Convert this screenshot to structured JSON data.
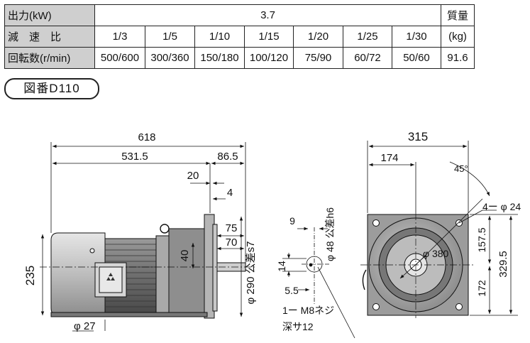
{
  "spec_table": {
    "row_output": {
      "label": "出力(kW)",
      "value": "3.7",
      "mass_header": "質量"
    },
    "row_ratio": {
      "label": "減　速　比",
      "values": [
        "1/3",
        "1/5",
        "1/10",
        "1/15",
        "1/20",
        "1/25",
        "1/30"
      ],
      "mass_unit": "(kg)"
    },
    "row_speed": {
      "label": "回転数(r/min)",
      "values": [
        "500/600",
        "300/360",
        "150/180",
        "100/120",
        "75/90",
        "60/72",
        "50/60"
      ],
      "mass_value": "91.6"
    }
  },
  "drawing_number": "図番D110",
  "dimensions": {
    "overall_length": "618",
    "body_length": "531.5",
    "shaft_length": "86.5",
    "d20": "20",
    "d4": "4",
    "d75": "75",
    "d70": "70",
    "d40": "40",
    "height_235": "235",
    "foot_dia": "φ 27",
    "flange_dia": "φ 290 公差s7",
    "shaft_dia": "φ 48 公差h6",
    "key_9": "9",
    "key_14": "14",
    "key_55": "5.5",
    "tap_line1": "1ー M8ネジ",
    "tap_line2": "深サ12",
    "width_315": "315",
    "d174": "174",
    "angle": "45°",
    "bolt_holes": "4ー φ 24",
    "pcd": "φ 380",
    "d1575": "157.5",
    "d3295": "329.5",
    "d172": "172"
  }
}
